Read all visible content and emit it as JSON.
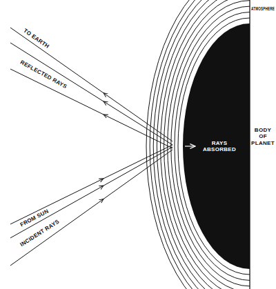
{
  "diagram": {
    "labels": [
      "ATMOSPHERE",
      "BODY OF PLANET",
      "RAYS ABSORBED",
      "TO EARTH",
      "REFLECTED RAYS",
      "FROM SUN",
      "INCIDENT RAYS"
    ]
  }
}
